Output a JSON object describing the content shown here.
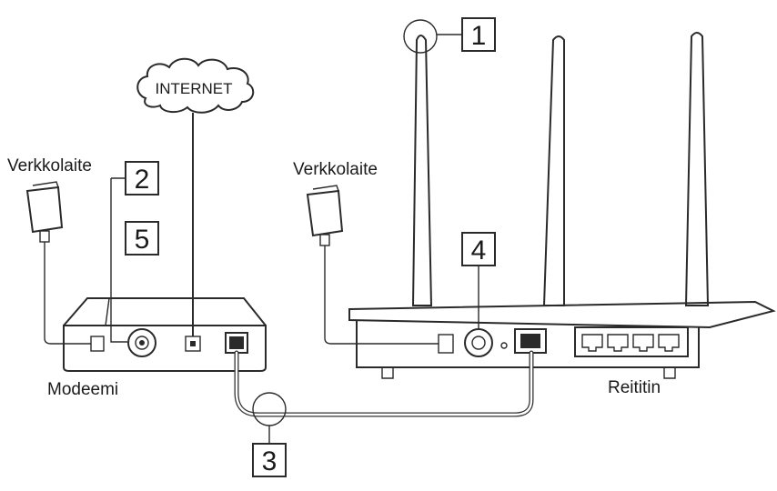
{
  "cloud": {
    "label": "INTERNET"
  },
  "left": {
    "adapter_label": "Verkkolaite",
    "device_label": "Modeemi"
  },
  "right": {
    "adapter_label": "Verkkolaite",
    "device_label": "Reititin"
  },
  "callouts": [
    "1",
    "2",
    "3",
    "4",
    "5"
  ]
}
